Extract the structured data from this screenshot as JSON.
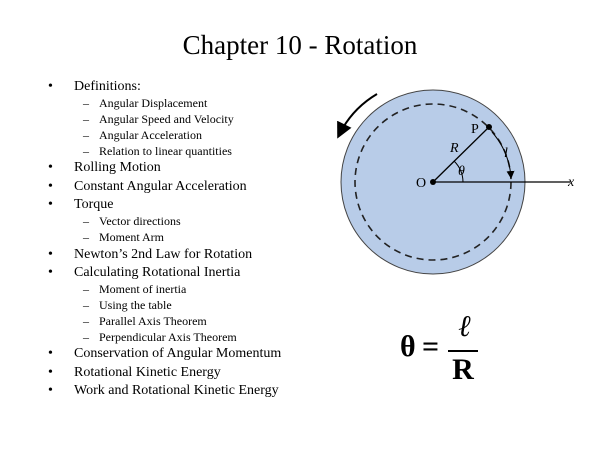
{
  "slide": {
    "title": "Chapter 10 - Rotation",
    "outline": [
      {
        "text": "Definitions:",
        "sub": [
          "Angular Displacement",
          "Angular Speed and Velocity",
          "Angular Acceleration",
          "Relation to linear quantities"
        ]
      },
      {
        "text": "Rolling Motion",
        "sub": []
      },
      {
        "text": "Constant Angular Acceleration",
        "sub": []
      },
      {
        "text": "Torque",
        "sub": [
          "Vector directions",
          "Moment Arm"
        ]
      },
      {
        "text": "Newton’s 2nd Law for Rotation",
        "sub": []
      },
      {
        "text": "Calculating Rotational Inertia",
        "sub": [
          "Moment of inertia",
          "Using the table",
          "Parallel Axis Theorem",
          "Perpendicular Axis Theorem"
        ]
      },
      {
        "text": "Conservation of Angular Momentum",
        "sub": []
      },
      {
        "text": "Rotational Kinetic Energy",
        "sub": []
      },
      {
        "text": "Work and Rotational Kinetic Energy",
        "sub": []
      }
    ]
  },
  "diagram": {
    "labels": {
      "point": "P",
      "radius": "R",
      "angle": "θ",
      "arc": "l",
      "origin": "O",
      "axis": "x"
    },
    "disk_color": "#b8cce8"
  },
  "formula": {
    "lhs": "θ",
    "equals": "=",
    "numerator": "ℓ",
    "denominator": "R"
  }
}
